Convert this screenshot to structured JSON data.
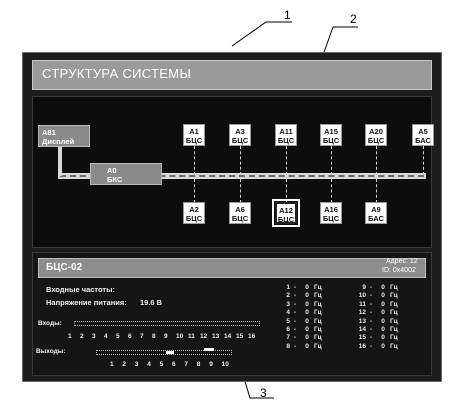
{
  "callouts": [
    "1",
    "2",
    "3"
  ],
  "screen": {
    "title": "СТРУКТУРА СИСТЕМЫ"
  },
  "diagram": {
    "display": {
      "address": "A81",
      "type": "Дисплей"
    },
    "bks": {
      "address": "A0",
      "type": "БКС"
    },
    "top_nodes": [
      {
        "address": "A1",
        "type": "БЦС"
      },
      {
        "address": "A3",
        "type": "БЦС"
      },
      {
        "address": "A11",
        "type": "БЦС"
      },
      {
        "address": "A15",
        "type": "БЦС"
      },
      {
        "address": "A20",
        "type": "БЦС"
      },
      {
        "address": "A5",
        "type": "БАС"
      }
    ],
    "bottom_nodes": [
      {
        "address": "A2",
        "type": "БЦС"
      },
      {
        "address": "A6",
        "type": "БЦС"
      },
      {
        "address": "A12",
        "type": "БЦС",
        "selected": true
      },
      {
        "address": "A16",
        "type": "БЦС"
      },
      {
        "address": "A9",
        "type": "БАС"
      }
    ]
  },
  "detail": {
    "title": "БЦС-02",
    "address_line": "Адрес: 12",
    "id_line": "ID: 0x4002",
    "input_freq_label": "Входные частоты:",
    "supply_voltage_label": "Напряжение питания:",
    "supply_voltage_value": "19.6 В",
    "inputs_label": "Входы:",
    "outputs_label": "Выходы:",
    "input_numbers": [
      "1",
      "2",
      "3",
      "4",
      "5",
      "6",
      "7",
      "8",
      "9",
      "10",
      "11",
      "12",
      "13",
      "14",
      "15",
      "16"
    ],
    "output_numbers": [
      "1",
      "2",
      "3",
      "4",
      "5",
      "6",
      "7",
      "8",
      "9",
      "10"
    ],
    "frequencies_col1": [
      {
        "n": "1",
        "v": "0",
        "u": "Гц"
      },
      {
        "n": "2",
        "v": "0",
        "u": "Гц"
      },
      {
        "n": "3",
        "v": "0",
        "u": "Гц"
      },
      {
        "n": "4",
        "v": "0",
        "u": "Гц"
      },
      {
        "n": "5",
        "v": "0",
        "u": "Гц"
      },
      {
        "n": "6",
        "v": "0",
        "u": "Гц"
      },
      {
        "n": "7",
        "v": "0",
        "u": "Гц"
      },
      {
        "n": "8",
        "v": "0",
        "u": "Гц"
      }
    ],
    "frequencies_col2": [
      {
        "n": "9",
        "v": "0",
        "u": "Гц"
      },
      {
        "n": "10",
        "v": "0",
        "u": "Гц"
      },
      {
        "n": "11",
        "v": "0",
        "u": "Гц"
      },
      {
        "n": "12",
        "v": "0",
        "u": "Гц"
      },
      {
        "n": "13",
        "v": "0",
        "u": "Гц"
      },
      {
        "n": "14",
        "v": "0",
        "u": "Гц"
      },
      {
        "n": "15",
        "v": "0",
        "u": "Гц"
      },
      {
        "n": "16",
        "v": "0",
        "u": "Гц"
      }
    ]
  },
  "colors": {
    "screen_bg": "#1d1d1d",
    "header_bg": "#9a9a9a",
    "node_bg": "#ffffff",
    "accent_gray": "#8a8a8a"
  }
}
